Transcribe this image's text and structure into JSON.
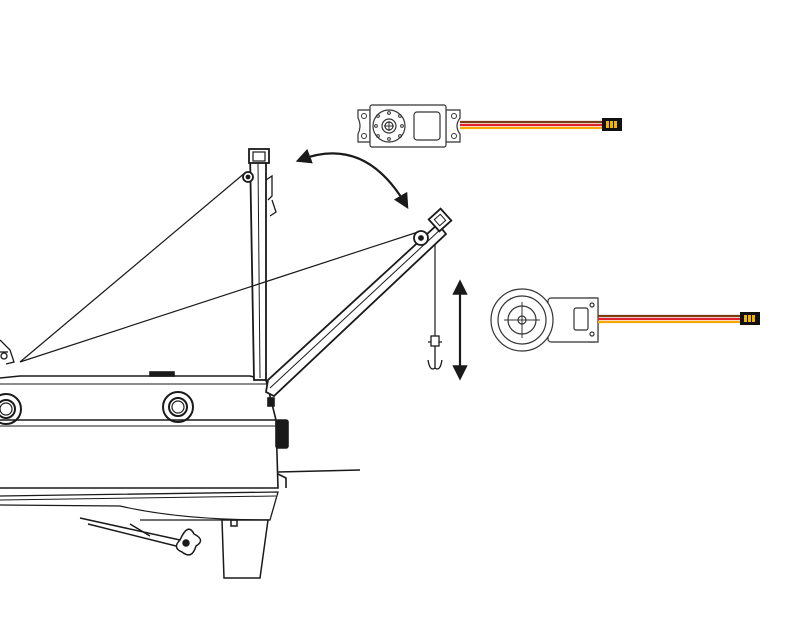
{
  "diagram": {
    "subject": "boat-crane-servo-diagram",
    "colors": {
      "stroke": "#1a1a1a",
      "servo_fill": "#ffffff",
      "servo_outline": "#333333",
      "wire_brown": "#7a3d12",
      "wire_red": "#e0202a",
      "wire_orange": "#f5a800",
      "connector": "#111111",
      "connector_pin": "#f2b400"
    },
    "components": {
      "standard_servo": "boom-slew-servo",
      "winch_servo": "hook-winch-servo"
    },
    "motions": {
      "boom": "curved-double-arrow",
      "hook": "vertical-double-arrow"
    }
  }
}
